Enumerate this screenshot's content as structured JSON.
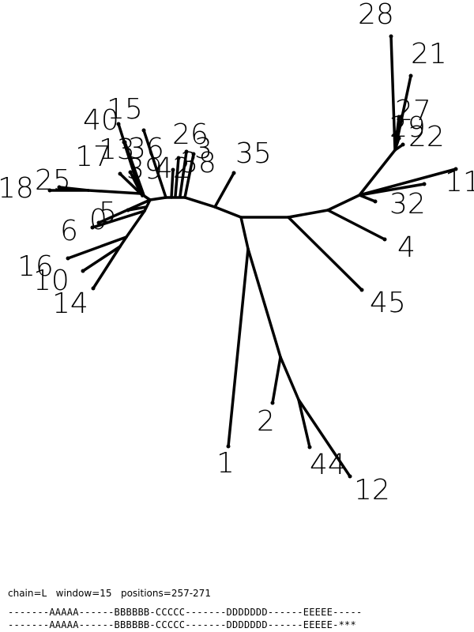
{
  "info_line": "chain=L   window=15   positions=257-271",
  "sequence_lines": [
    "-------AAAAA------BBBBBB-CCCCC-------DDDDDDD------EEEEE-----",
    "-------AAAAA------BBBBBB-CCCCC-------DDDDDDD------EEEEE-***"
  ],
  "tree": {
    "leaves": [
      "28",
      "21",
      "27",
      "29",
      "22",
      "11",
      "32",
      "4",
      "45",
      "2",
      "44",
      "12",
      "1",
      "35",
      "26",
      "3",
      "38",
      "42",
      "36",
      "13",
      "39",
      "40",
      "15",
      "17",
      "18",
      "25",
      "5",
      "0",
      "6",
      "16",
      "10",
      "14"
    ]
  }
}
